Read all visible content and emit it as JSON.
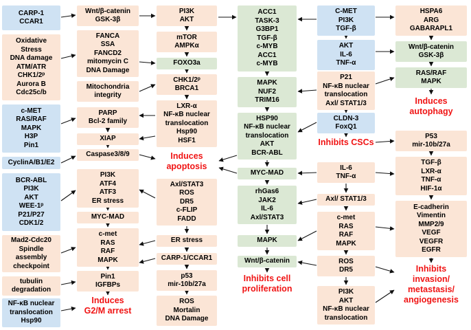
{
  "colors": {
    "blue": "#cfe2f3",
    "orange": "#fbe5d6",
    "green": "#dbe8d4",
    "red_label": "#f01414",
    "arrow": "#111111"
  },
  "boxes": {
    "c1_carp1": "CARP-1\nCCAR1",
    "c1_oxidative": "Oxidative\nStress\nDNA damage\nATM/ATR\nCHK1/2ᵖ\nAurora B\nCdc25c/b",
    "c1_cmet": "c-MET\nRAS/RAF\nMAPK\nH3P\nPin1",
    "c1_cyclin": "CyclinA/B1/E2",
    "c1_bcrabl": "BCR-ABL\nPI3K\nAKT\nWEE-1ᵖ\nP21/P27\nCDK1/2",
    "c1_mad2": "Mad2-Cdc20\nSpindle\nassembly\ncheckpoint",
    "c1_tubulin": "tubulin\ndegradation",
    "c1_nfkb": "NF-κB nuclear\ntranslocation\nHsp90",
    "c2_wnt": "Wnt/β-catenin\nGSK-3β",
    "c2_fanca": "FANCA\nSSA\nFANCD2\nmitomycin C\nDNA Damage",
    "c2_mito": "Mitochondria\nintegrity",
    "c2_parp": "PARP\nBcl-2 family",
    "c2_xiap": "XIAP",
    "c2_caspase": "Caspase3/8/9",
    "c2_pi3k": "PI3K\nATF4\nATF3\nER stress",
    "c2_mycmad": "MYC-MAD",
    "c2_cmet": "c-met\nRAS\nRAF\nMAPK",
    "c2_pin1": "Pin1\nIGFBPs",
    "c3_pi3k": "PI3K\nAKT",
    "c3_mtor": "mTOR\nAMPKα",
    "c3_foxo3a": "FOXO3a",
    "c3_chk": "CHK1/2ᵖ\nBRCA1",
    "c3_lxr": "LXR-α\nNF-κB nuclear\ntranslocation\nHsp90\nHSF1",
    "c3_axl": "Axl/STAT3\nROS\nDR5\nc-FLIP\nFADD",
    "c3_erstress": "ER stress",
    "c3_carp": "CARP-1/CCAR1",
    "c3_p53": "p53\nmir-10b/27a",
    "c3_ros": "ROS\nMortalin\nDNA Damage",
    "c4_acc1": "ACC1\nTASK-3\nG3BP1\nTGF-β\nc-MYB\nACC1\nc-MYB",
    "c4_mapk1": "MAPK\nNUF2\nTRIM16",
    "c4_hsp90": "HSP90\nNF-κB nuclear\ntranslocation\nAKT\nBCR-ABL",
    "c4_mycmad": "MYC-MAD",
    "c4_rhgas6": "rhGas6\nJAK2\nIL-6\nAxl/STAT3",
    "c4_mapk2": "MAPK",
    "c4_wnt": "Wnt/β-catenin",
    "c5_cmet_top": "C-MET\nPI3K\nTGF-β",
    "c5_akt": "AKT\nIL-6\nTNF-α",
    "c5_p21": "P21\nNF-κB nuclear\ntranslocation\nAxl/ STAT1/3",
    "c5_cldn": "CLDN-3\nFoxQ1",
    "c5_il6": "IL-6\nTNF-α",
    "c5_axl": "Axl/ STAT1/3",
    "c5_cmet": "c-met\nRAS\nRAF\nMAPK",
    "c5_ros": "ROS\nDR5",
    "c5_pi3k": "PI3K\nAKT\nNF-κB nuclear\ntranslocation",
    "c6_hspa6": "HSPA6\nARG\nGABARAPL1",
    "c6_wnt": "Wnt/β-catenin\nGSK-3β",
    "c6_rasraf": "RAS/RAF\nMAPK",
    "c6_p53": "P53\nmir-10b/27a",
    "c6_tgfb": "TGF-β\nLXR-α\nTNF-α\nHIF-1α",
    "c6_ecad": "E-cadherin\nVimentin\nMMP2/9\nVEGF\nVEGFR\nEGFR"
  },
  "labels": {
    "g2m": "Induces\nG2/M arrest",
    "apoptosis": "Induces\napoptosis",
    "proliferation": "Inhibits cell\nproliferation",
    "cscs": "Inhibits CSCs",
    "autophagy": "Induces\nautophagy",
    "invasion": "Inhibits\ninvasion/\nmetastasis/\nangiogenesis"
  },
  "connectors": [
    [
      89,
      25,
      110,
      22
    ],
    [
      89,
      85,
      110,
      80
    ],
    [
      89,
      180,
      110,
      172
    ],
    [
      89,
      237,
      110,
      227
    ],
    [
      89,
      292,
      110,
      277
    ],
    [
      89,
      368,
      110,
      360
    ],
    [
      89,
      414,
      110,
      410
    ],
    [
      89,
      452,
      110,
      448
    ],
    [
      157,
      186,
      157,
      192
    ],
    [
      157,
      211,
      157,
      215
    ],
    [
      157,
      302,
      157,
      306
    ],
    [
      157,
      325,
      157,
      330
    ],
    [
      157,
      388,
      157,
      392
    ],
    [
      157,
      424,
      157,
      429
    ],
    [
      203,
      23,
      226,
      23
    ],
    [
      203,
      90,
      226,
      92
    ],
    [
      203,
      133,
      226,
      123
    ],
    [
      226,
      168,
      203,
      168
    ],
    [
      226,
      198,
      203,
      202
    ],
    [
      203,
      225,
      226,
      231
    ],
    [
      226,
      288,
      203,
      276
    ],
    [
      226,
      350,
      203,
      356
    ],
    [
      226,
      376,
      203,
      382
    ],
    [
      272,
      39,
      272,
      44
    ],
    [
      272,
      77,
      272,
      82
    ],
    [
      272,
      102,
      272,
      106
    ],
    [
      272,
      139,
      272,
      144
    ],
    [
      272,
      329,
      272,
      339
    ],
    [
      272,
      360,
      272,
      366
    ],
    [
      272,
      386,
      272,
      391
    ],
    [
      272,
      424,
      272,
      428
    ],
    [
      318,
      25,
      344,
      25
    ],
    [
      345,
      226,
      319,
      234
    ],
    [
      345,
      252,
      319,
      244
    ],
    [
      389,
      104,
      389,
      110
    ],
    [
      389,
      157,
      389,
      162
    ],
    [
      389,
      233,
      389,
      242
    ],
    [
      389,
      262,
      389,
      268
    ],
    [
      389,
      327,
      389,
      340
    ],
    [
      389,
      360,
      389,
      370
    ],
    [
      389,
      390,
      389,
      396
    ],
    [
      461,
      28,
      434,
      28
    ],
    [
      461,
      131,
      434,
      133
    ],
    [
      461,
      178,
      434,
      192
    ],
    [
      461,
      251,
      434,
      252
    ],
    [
      461,
      290,
      434,
      296
    ],
    [
      461,
      336,
      434,
      350
    ],
    [
      461,
      386,
      434,
      381
    ],
    [
      504,
      53,
      504,
      56
    ],
    [
      504,
      160,
      504,
      164
    ],
    [
      504,
      195,
      504,
      199
    ],
    [
      504,
      267,
      504,
      280
    ],
    [
      504,
      300,
      504,
      306
    ],
    [
      504,
      365,
      504,
      370
    ],
    [
      504,
      403,
      504,
      414
    ],
    [
      547,
      25,
      574,
      25
    ],
    [
      547,
      75,
      574,
      75
    ],
    [
      547,
      122,
      574,
      113
    ],
    [
      547,
      207,
      574,
      205
    ],
    [
      547,
      251,
      574,
      253
    ],
    [
      547,
      330,
      574,
      333
    ],
    [
      547,
      388,
      574,
      396
    ],
    [
      547,
      440,
      574,
      422
    ],
    [
      628,
      53,
      628,
      58
    ],
    [
      628,
      91,
      628,
      96
    ],
    [
      628,
      129,
      628,
      137
    ],
    [
      628,
      221,
      628,
      226
    ],
    [
      628,
      285,
      628,
      290
    ],
    [
      628,
      375,
      628,
      382
    ]
  ]
}
